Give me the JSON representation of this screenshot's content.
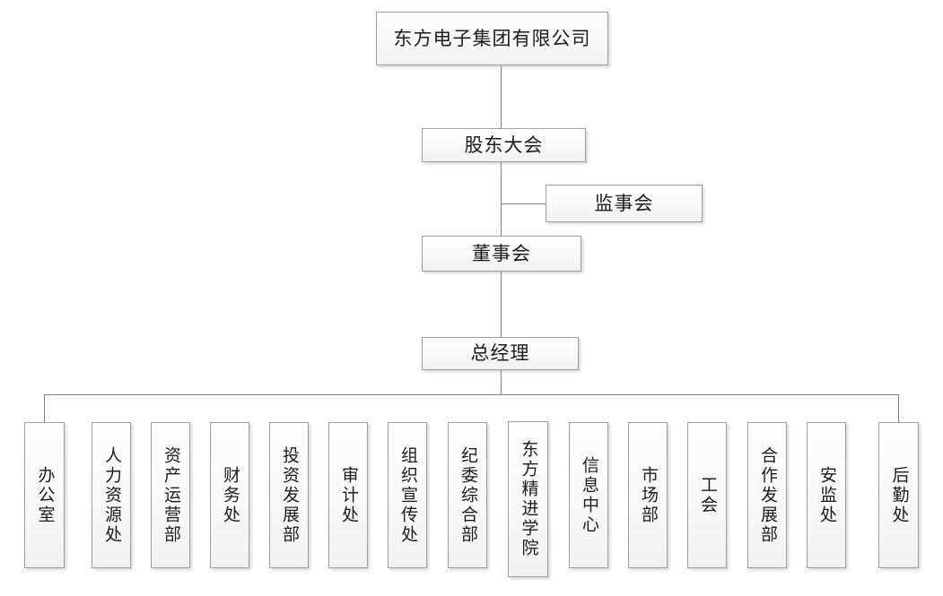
{
  "chart_title": "",
  "diagram": {
    "type": "organization-chart",
    "orientation": "top-down",
    "box_style": {
      "border_color": "#9d9d9d",
      "fill_top": "#fdfdfd",
      "fill_bottom": "#f1f1f1",
      "text_color": "#1c1c1c",
      "connector_color": "#808080"
    },
    "levels": [
      {
        "level": 1,
        "nodes": [
          {
            "id": "company",
            "label": "东方电子集团有限公司",
            "orientation": "horizontal"
          }
        ]
      },
      {
        "level": 2,
        "nodes": [
          {
            "id": "shareholders",
            "label": "股东大会",
            "orientation": "horizontal"
          }
        ]
      },
      {
        "level": 3,
        "nodes": [
          {
            "id": "supervisors",
            "label": "监事会",
            "orientation": "horizontal",
            "attachment": "side-branch"
          },
          {
            "id": "directors",
            "label": "董事会",
            "orientation": "horizontal"
          }
        ]
      },
      {
        "level": 4,
        "nodes": [
          {
            "id": "general-manager",
            "label": "总经理",
            "orientation": "horizontal"
          }
        ]
      }
    ],
    "departments": [
      {
        "id": "office",
        "label": "办公室",
        "chars": 3
      },
      {
        "id": "human-resources",
        "label": "人力资源处",
        "chars": 5
      },
      {
        "id": "asset-operations",
        "label": "资产运营部",
        "chars": 5
      },
      {
        "id": "finance",
        "label": "财务处",
        "chars": 3
      },
      {
        "id": "investment-dev",
        "label": "投资发展部",
        "chars": 5
      },
      {
        "id": "audit",
        "label": "审计处",
        "chars": 3
      },
      {
        "id": "org-publicity",
        "label": "组织宣传处",
        "chars": 5
      },
      {
        "id": "discipline-general",
        "label": "纪委综合部",
        "chars": 5
      },
      {
        "id": "dongfang-academy",
        "label": "东方精进学院",
        "chars": 6
      },
      {
        "id": "information-center",
        "label": "信息中心",
        "chars": 4
      },
      {
        "id": "marketing",
        "label": "市场部",
        "chars": 3
      },
      {
        "id": "labor-union",
        "label": "工会",
        "chars": 2
      },
      {
        "id": "cooperation-dev",
        "label": "合作发展部",
        "chars": 5
      },
      {
        "id": "safety-supervision",
        "label": "安监处",
        "chars": 3
      },
      {
        "id": "logistics",
        "label": "后勤处",
        "chars": 3
      }
    ]
  }
}
